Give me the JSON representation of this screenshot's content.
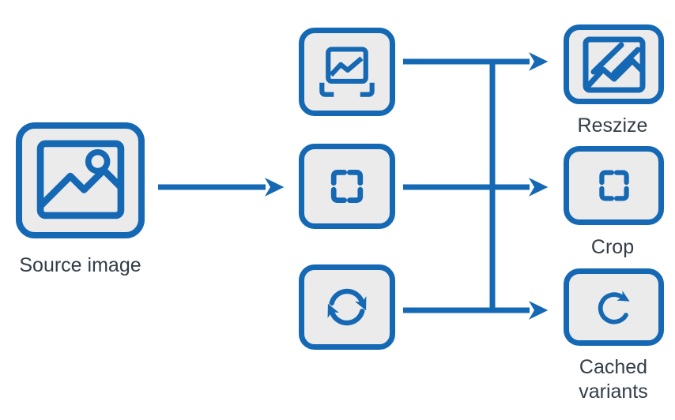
{
  "colors": {
    "accent": "#1568b4",
    "node_fill": "#ebebeb",
    "text": "#333d48",
    "background": "#ffffff"
  },
  "source": {
    "label": "Source image",
    "icon": "image-icon"
  },
  "operations": [
    {
      "icon": "image-fit-icon"
    },
    {
      "icon": "crop-icon"
    },
    {
      "icon": "sync-icon"
    }
  ],
  "outputs": [
    {
      "label": "Reszize",
      "icon": "resized-image-icon"
    },
    {
      "label": "Crop",
      "icon": "crop-icon"
    },
    {
      "label": "Cached variants",
      "icon": "refresh-icon"
    }
  ]
}
